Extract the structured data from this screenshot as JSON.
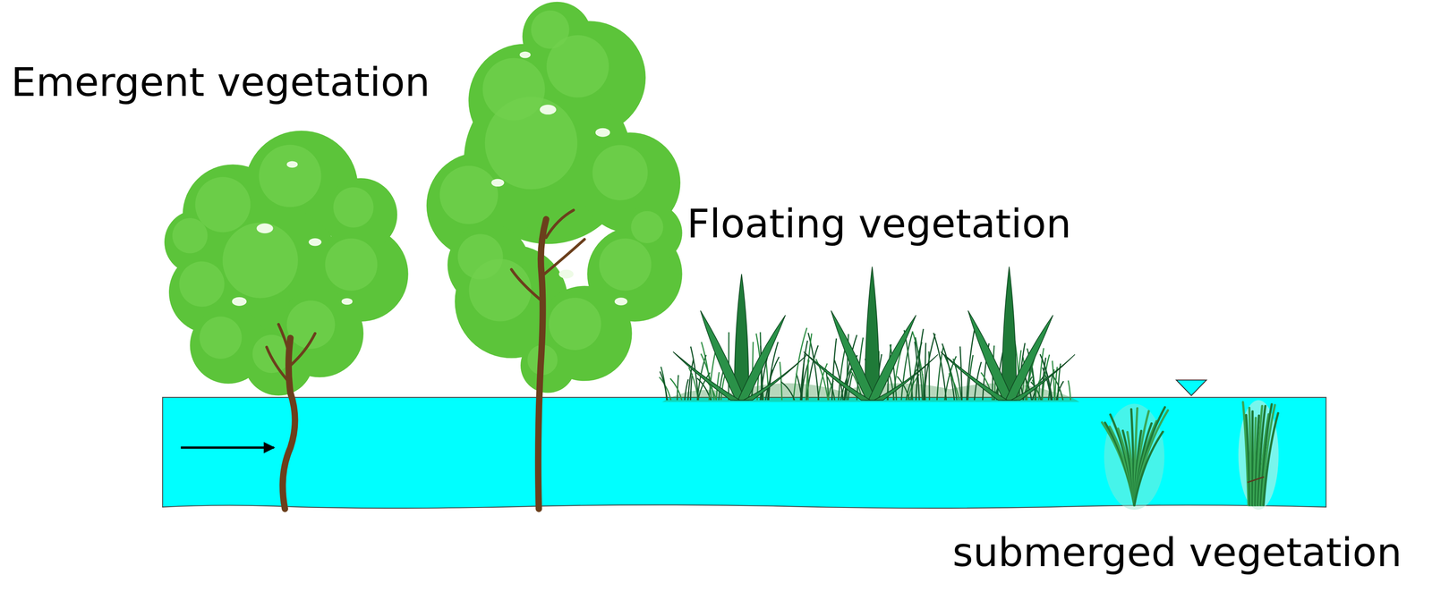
{
  "diagram": {
    "labels": [
      "Emergent vegetation",
      "Floating vegetation",
      "submerged vegetation"
    ]
  }
}
